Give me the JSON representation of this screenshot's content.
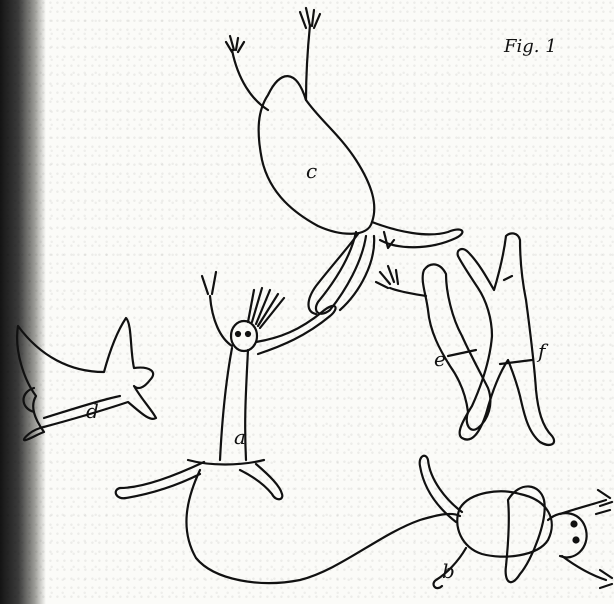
{
  "figure": {
    "label": "Fig. 1",
    "letters": {
      "a": "a",
      "b": "b",
      "c": "c",
      "d": "d",
      "e": "e",
      "f": "f"
    }
  },
  "colors": {
    "ink": "#111111",
    "paper": "#fbfbf8",
    "edge_shadow": "#141414"
  }
}
